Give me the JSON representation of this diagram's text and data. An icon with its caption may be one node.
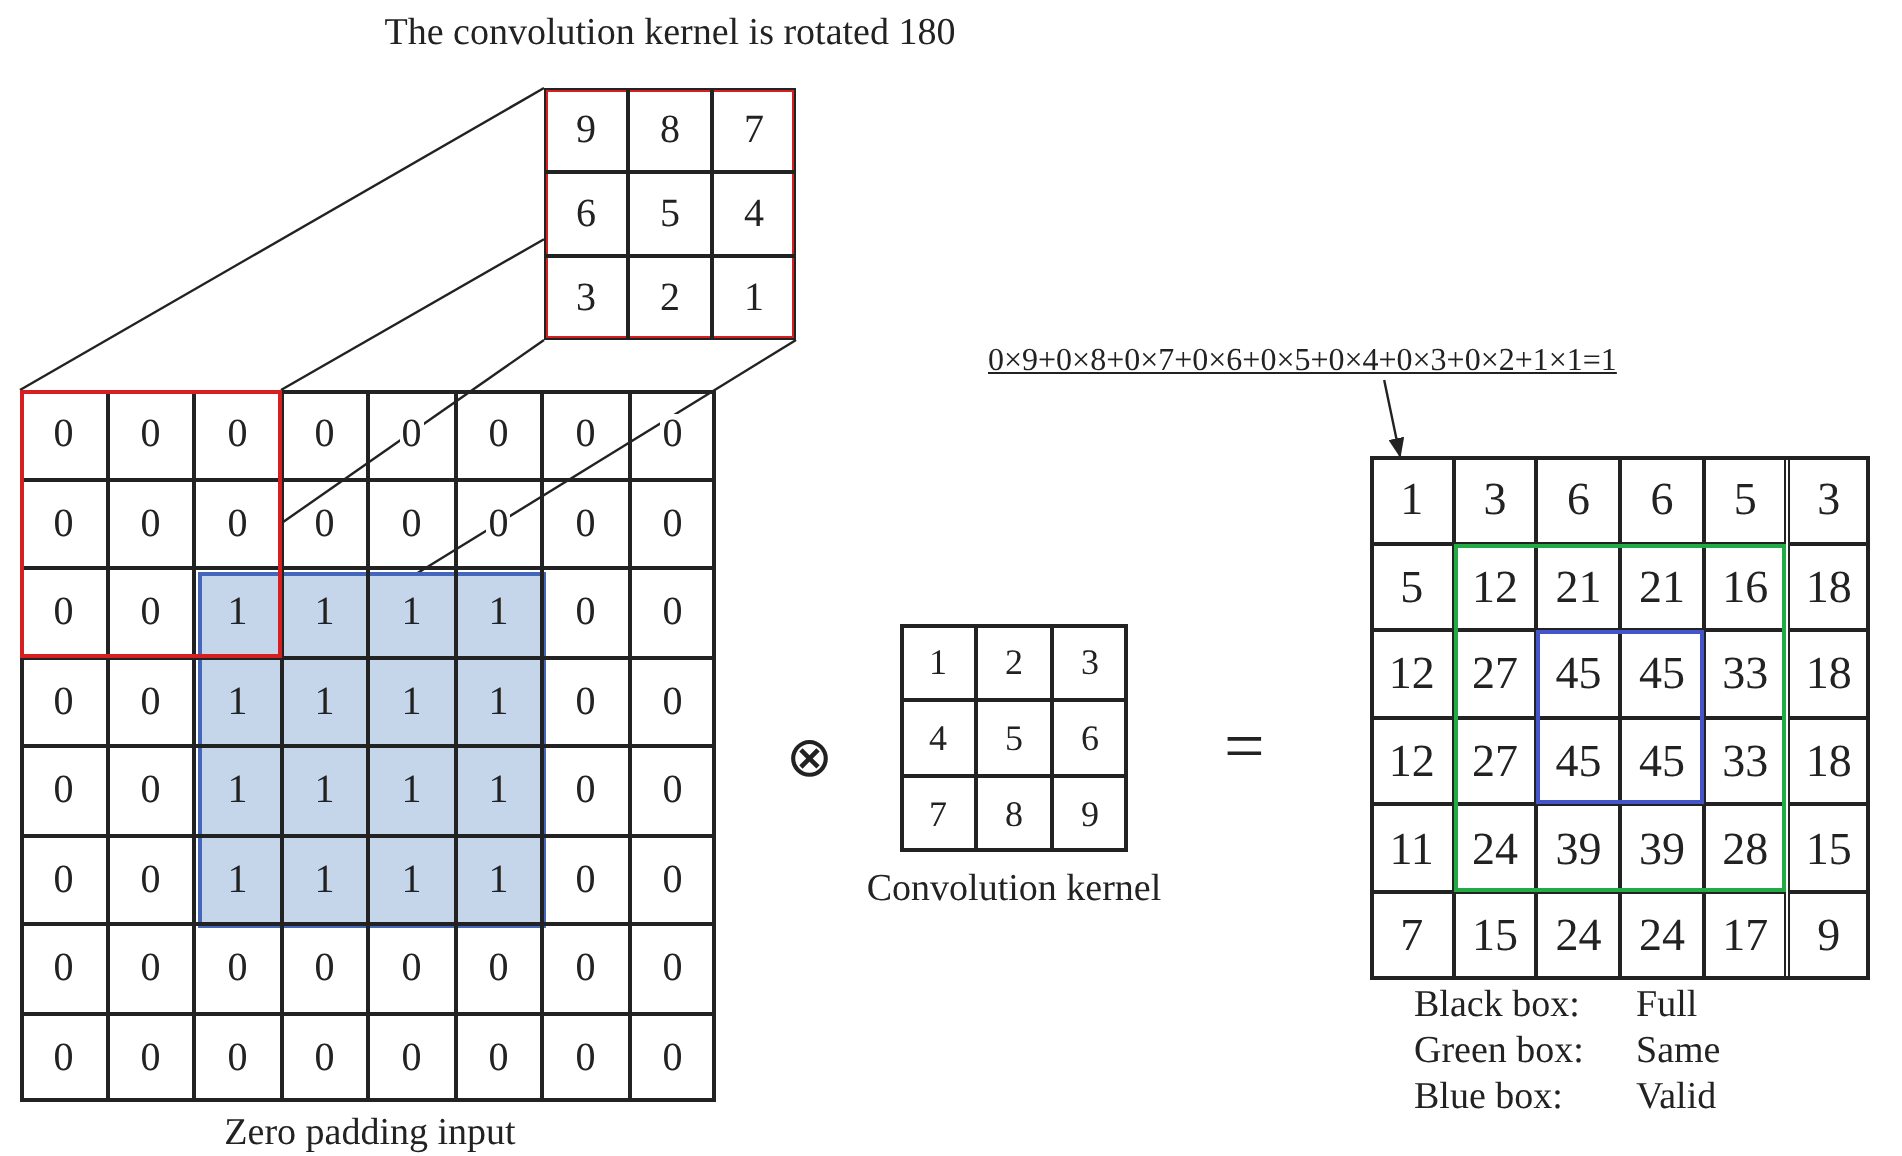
{
  "diagram": {
    "nodes": [
      {
        "text": [
          "9",
          "8",
          "7",
          "6",
          "5",
          "4",
          "3",
          "2",
          "1"
        ],
        "beside": [
          "The convolution kernel is rotated 180"
        ]
      },
      {
        "text": [
          "0×9+0×8+0×7+0×6+0×5+0×4+0×3+0×2+1×1=1"
        ]
      },
      {
        "text": [
          "0",
          "0",
          "0",
          "0",
          "0",
          "0",
          "0",
          "0",
          "0",
          "0",
          "0",
          "0",
          "0",
          "0",
          "0",
          "0",
          "0",
          "0",
          "1",
          "1",
          "1",
          "1",
          "0",
          "0",
          "0",
          "0",
          "1",
          "1",
          "1",
          "1",
          "0",
          "0",
          "0",
          "0",
          "1",
          "1",
          "1",
          "1",
          "0",
          "0",
          "0",
          "0",
          "1",
          "1",
          "1",
          "1",
          "0",
          "0",
          "0",
          "0",
          "0",
          "0",
          "0",
          "0",
          "0",
          "0",
          "0",
          "0",
          "0",
          "0",
          "0",
          "0",
          "0",
          "0"
        ],
        "beside": [
          "Zero padding input"
        ]
      },
      {
        "text": [
          "1",
          "2",
          "3",
          "4",
          "5",
          "6",
          "7",
          "8",
          "9"
        ],
        "beside": [
          "Convolution kernel"
        ]
      },
      {
        "text": [
          "1",
          "3",
          "6",
          "6",
          "5",
          "3",
          "5",
          "12",
          "21",
          "21",
          "16",
          "18",
          "12",
          "27",
          "45",
          "45",
          "33",
          "18",
          "12",
          "27",
          "45",
          "45",
          "33",
          "18",
          "11",
          "24",
          "39",
          "39",
          "28",
          "15",
          "7",
          "15",
          "24",
          "24",
          "17",
          "9"
        ]
      }
    ],
    "edges": [
      {
        "from": 2,
        "to": 0,
        "arrow": "none"
      },
      {
        "from": 2,
        "to": 0,
        "arrow": "none"
      },
      {
        "from": 2,
        "to": 0,
        "arrow": "none"
      },
      {
        "from": 2,
        "to": 0,
        "arrow": "none"
      },
      {
        "from": 1,
        "to": 4,
        "arrow": "to"
      }
    ],
    "labels": [
      "⊗",
      "=",
      "Black box:",
      "Full",
      "Green box:",
      "Same",
      "Blue box:",
      "Valid"
    ]
  }
}
